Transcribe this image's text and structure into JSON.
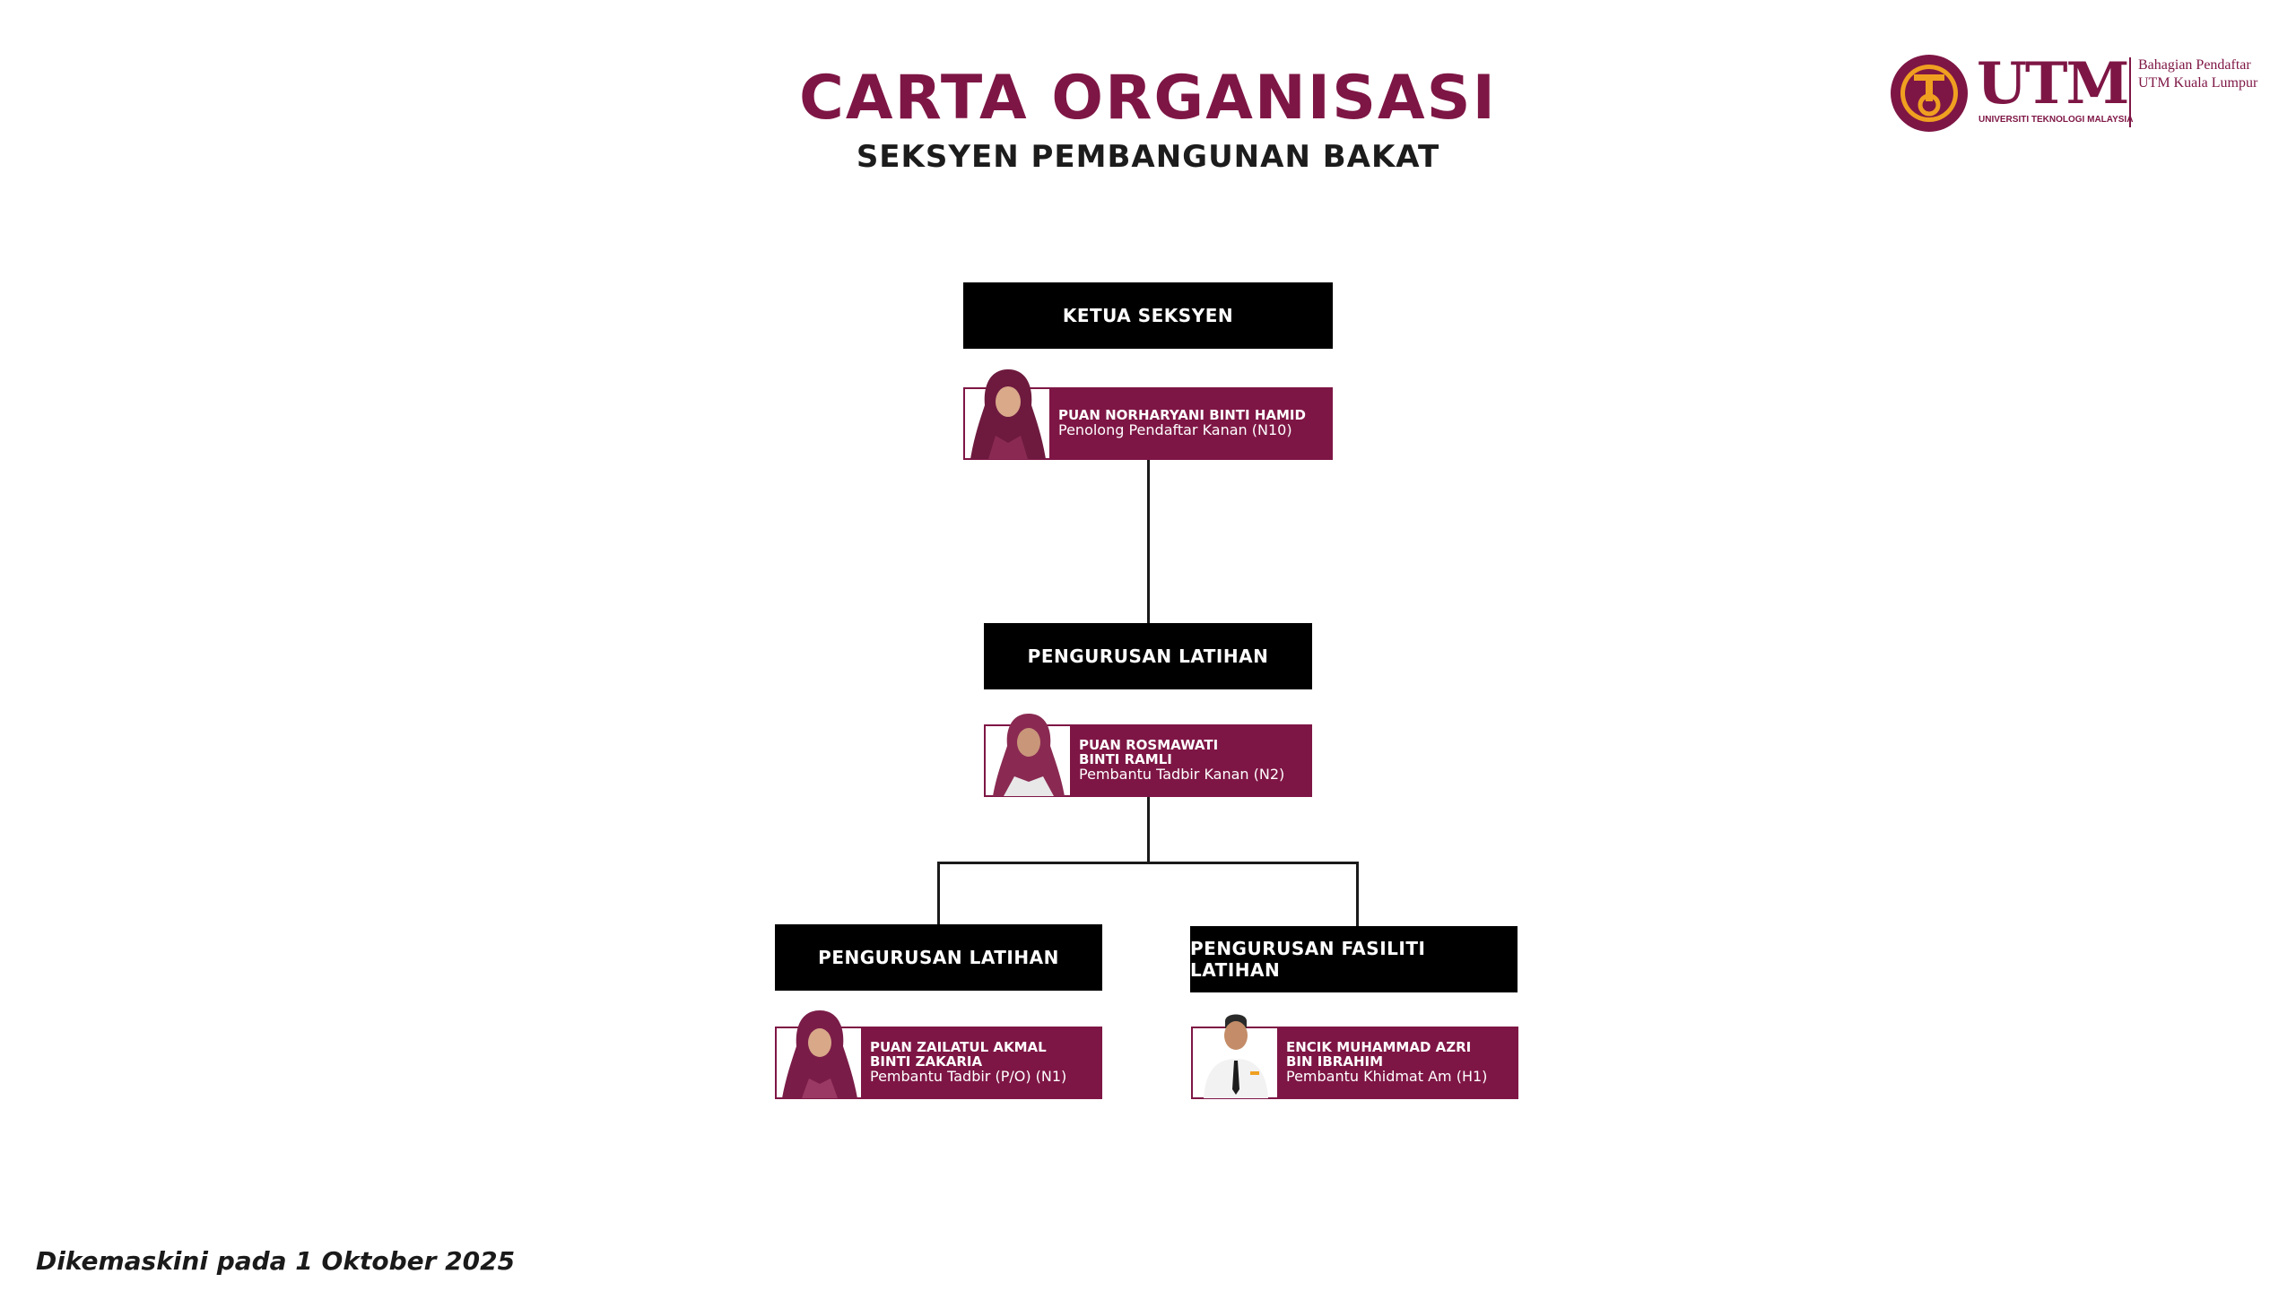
{
  "header": {
    "title": "CARTA ORGANISASI",
    "subtitle": "SEKSYEN PEMBANGUNAN BAKAT"
  },
  "logo": {
    "mark": "UTM",
    "university": "UNIVERSITI TEKNOLOGI MALAYSIA",
    "unit_line1": "Bahagian Pendaftar",
    "unit_line2": "UTM Kuala Lumpur",
    "icon": "utm-crest-icon"
  },
  "colors": {
    "accent": "#7e1645",
    "header_bg": "#000000",
    "line": "#1a1a1a"
  },
  "org": {
    "head": {
      "unit": "KETUA SEKSYEN",
      "name_line1": "PUAN NORHARYANI BINTI HAMID",
      "position": "Penolong Pendaftar Kanan (N10)"
    },
    "mid": {
      "unit": "PENGURUSAN LATIHAN",
      "name_line1": "PUAN ROSMAWATI",
      "name_line2": "BINTI RAMLI",
      "position": "Pembantu Tadbir Kanan (N2)"
    },
    "left": {
      "unit": "PENGURUSAN LATIHAN",
      "name_line1": "PUAN ZAILATUL AKMAL",
      "name_line2": "BINTI ZAKARIA",
      "position": "Pembantu Tadbir (P/O) (N1)"
    },
    "right": {
      "unit": "PENGURUSAN FASILITI LATIHAN",
      "name_line1": "ENCIK MUHAMMAD AZRI",
      "name_line2": "BIN IBRAHIM",
      "position": "Pembantu Khidmat Am (H1)"
    }
  },
  "footer": {
    "updated": "Dikemaskini pada 1 Oktober 2025"
  }
}
